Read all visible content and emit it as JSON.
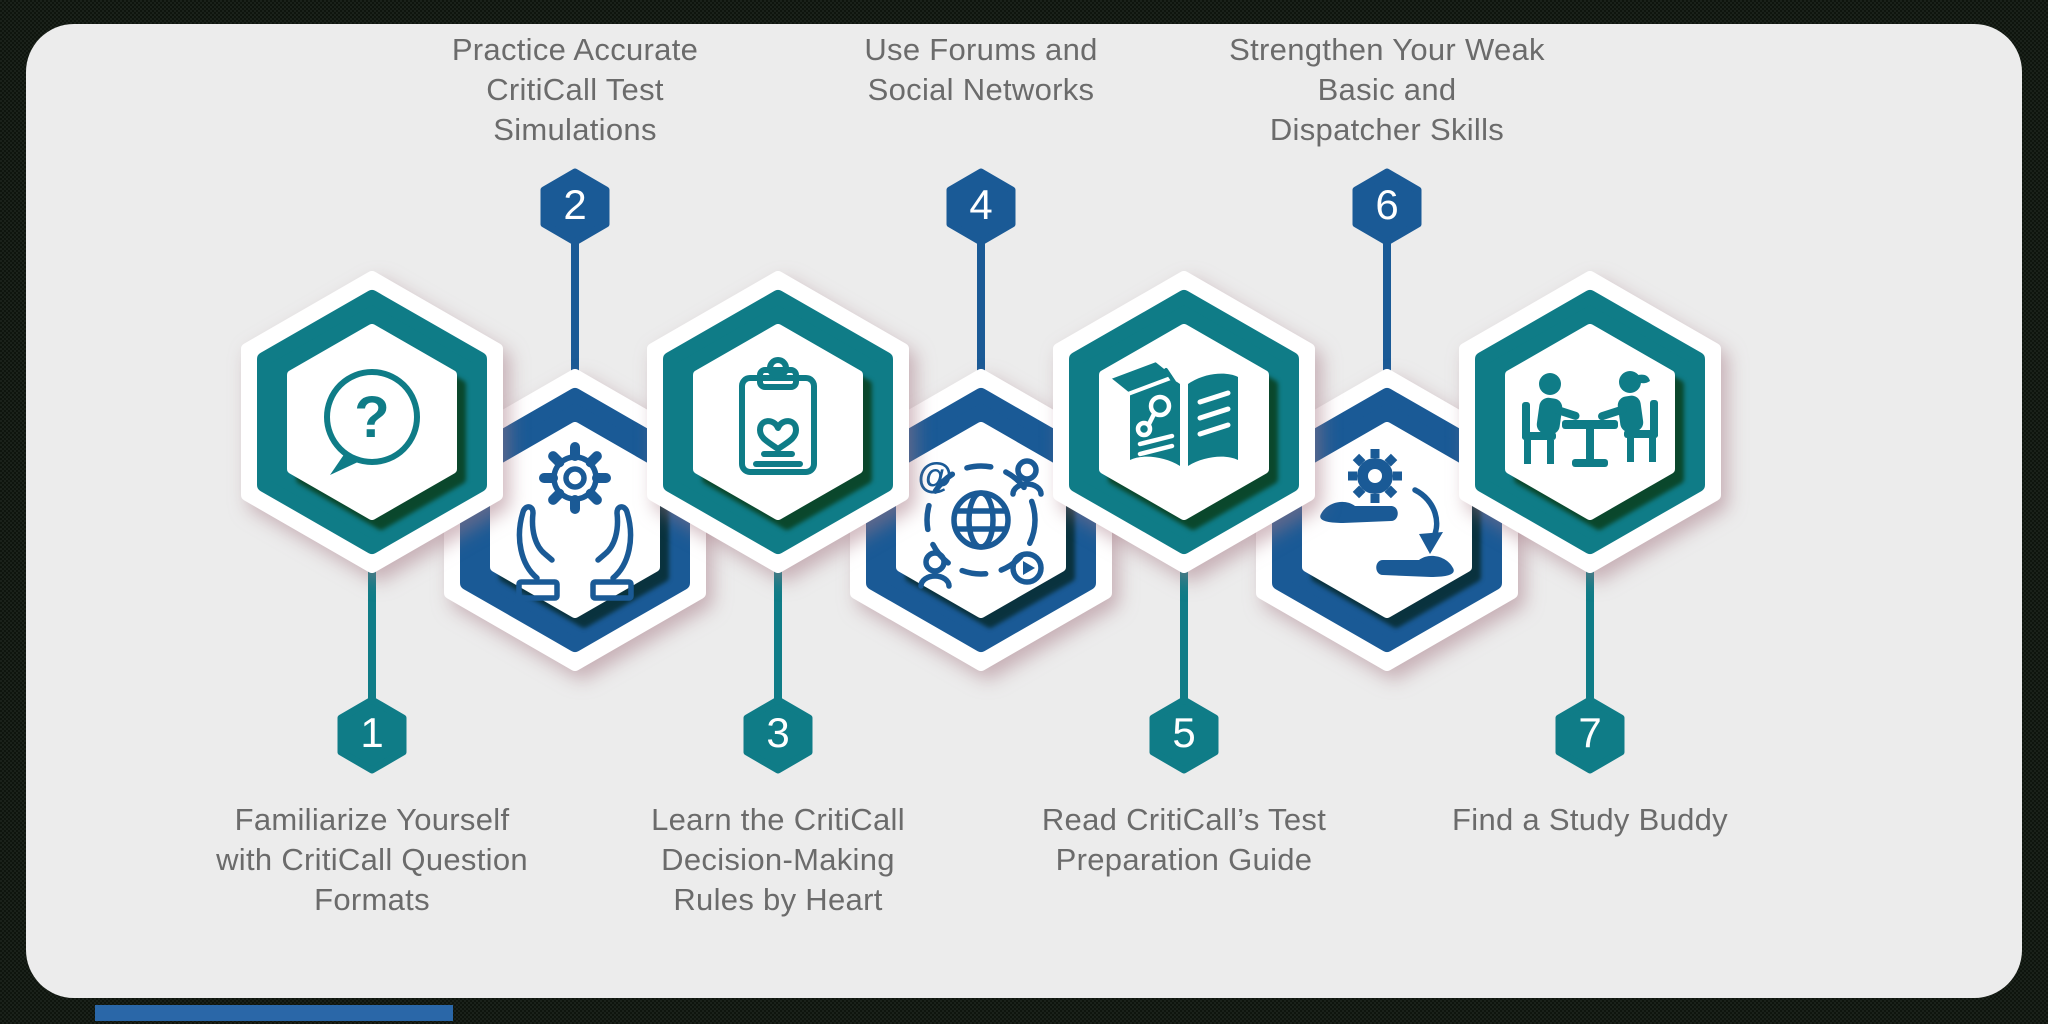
{
  "colors": {
    "accent_teal": "#0f7c87",
    "accent_blue": "#1a5a96",
    "card_background": "#ececec",
    "outer_background": "#11170f",
    "label_text": "#6b6b6b",
    "badge_text": "#ffffff",
    "bottom_bar": "#2a67a8"
  },
  "steps": [
    {
      "number": "1",
      "label": "Familiarize Yourself\nwith CritiCall Question\nFormats",
      "color": "teal",
      "label_position": "bottom",
      "icon": "question-speech-bubble-icon"
    },
    {
      "number": "2",
      "label": "Practice Accurate\nCritiCall Test\nSimulations",
      "color": "blue",
      "label_position": "top",
      "icon": "hands-holding-gear-icon"
    },
    {
      "number": "3",
      "label": "Learn the CritiCall\nDecision-Making\nRules by Heart",
      "color": "teal",
      "label_position": "bottom",
      "icon": "clipboard-heart-icon"
    },
    {
      "number": "4",
      "label": "Use Forums and\nSocial Networks",
      "color": "blue",
      "label_position": "top",
      "icon": "social-network-icon"
    },
    {
      "number": "5",
      "label": "Read CritiCall’s Test\nPreparation Guide",
      "color": "teal",
      "label_position": "bottom",
      "icon": "book-graduation-cap-icon"
    },
    {
      "number": "6",
      "label": "Strengthen Your Weak\nBasic and\nDispatcher Skills",
      "color": "blue",
      "label_position": "top",
      "icon": "hand-gear-transfer-icon"
    },
    {
      "number": "7",
      "label": "Find a Study Buddy",
      "color": "teal",
      "label_position": "bottom",
      "icon": "study-partners-table-icon"
    }
  ]
}
